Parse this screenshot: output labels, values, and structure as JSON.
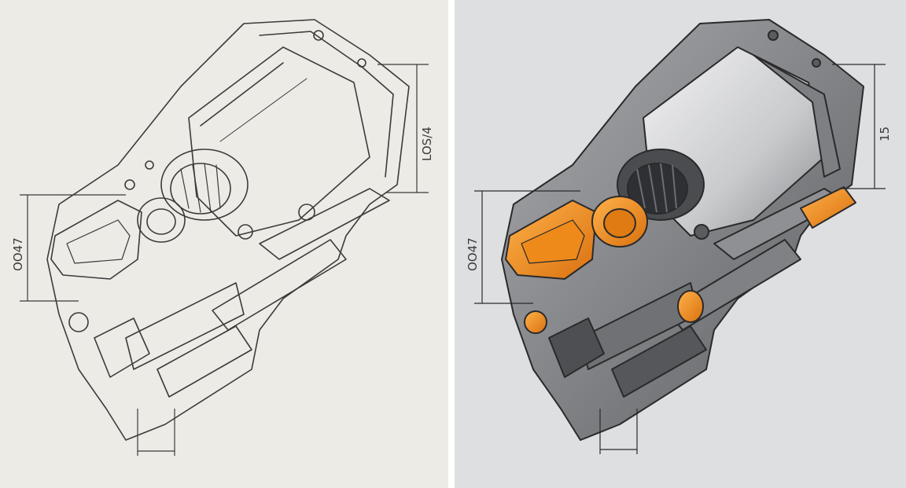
{
  "left_panel": {
    "style": "pencil-line-sketch",
    "dim_vertical_right": "LOS/4",
    "dim_vertical_left": "OO47"
  },
  "right_panel": {
    "style": "rendered-marker-sketch",
    "dim_vertical_right": "15",
    "dim_vertical_left": "OO47"
  },
  "colors": {
    "paper_left": "#ecebe6",
    "paper_right": "#dedfe1",
    "accent_orange": "#f0921f",
    "body_grey": "#8d8f93",
    "line": "#2d2d2d"
  }
}
